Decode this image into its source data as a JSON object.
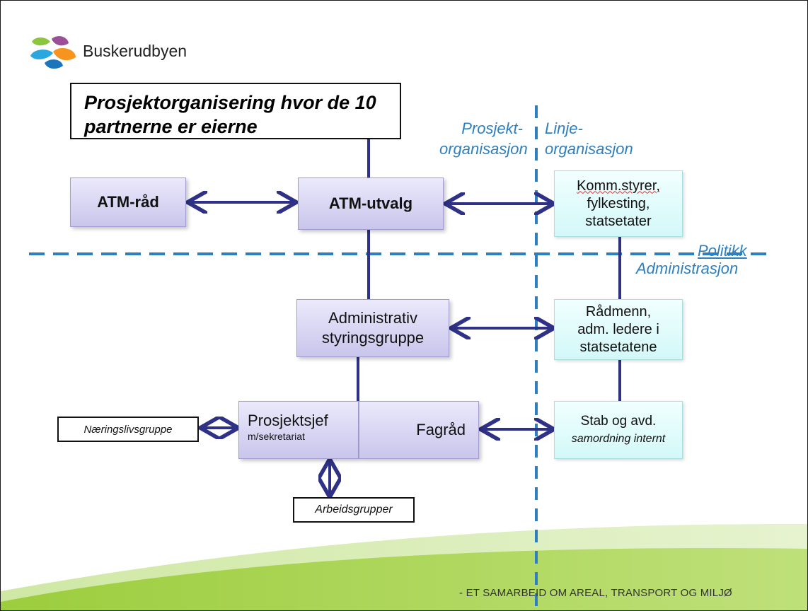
{
  "logo": {
    "text": "Buskerudbyen"
  },
  "title": {
    "line1": "Prosjektorganisering hvor de 10",
    "line2": "partnerne er eierne"
  },
  "labels": {
    "prosjekt_line1": "Prosjekt-",
    "prosjekt_line2": "organisasjon",
    "linje_line1": "Linje-",
    "linje_line2": "organisasjon",
    "politikk": "Politikk",
    "administrasjon": "Administrasjon"
  },
  "boxes": {
    "atm_rad": "ATM-råd",
    "atm_utvalg": "ATM-utvalg",
    "adm_styr_line1": "Administrativ",
    "adm_styr_line2": "styringsgruppe",
    "prosjektsjef": "Prosjektsjef",
    "sekretariat": "m/sekretariat",
    "fagrad": "Fagråd",
    "naeringsliv": "Næringslivsgruppe",
    "arbeidsgrupper": "Arbeidsgrupper",
    "komm_line1": "Komm.styrer,",
    "komm_line2": "fylkesting,",
    "komm_line3": "statsetater",
    "radmenn_line1": "Rådmenn,",
    "radmenn_line2": "adm. ledere i",
    "radmenn_line3": "statsetatene",
    "stab_line1": "Stab og avd.",
    "stab_line2": "samordning internt"
  },
  "footer": {
    "tagline": "- ET SAMARBEID OM AREAL, TRANSPORT OG MILJØ"
  },
  "colors": {
    "line": "#2e3185",
    "dashed": "#2e7fbf",
    "green": "#8cc63f"
  }
}
